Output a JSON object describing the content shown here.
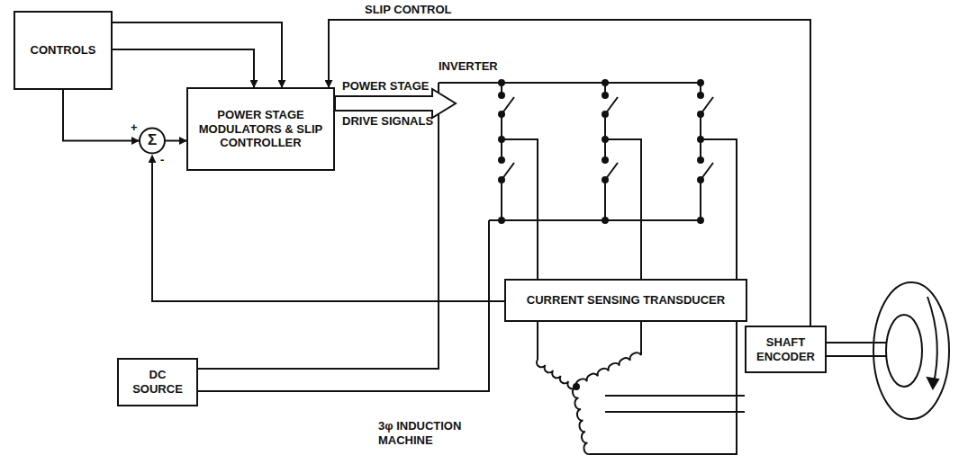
{
  "diagram": {
    "nodes": [
      {
        "text": [
          "CONTROLS"
        ]
      },
      {
        "text": [
          "Σ"
        ]
      },
      {
        "text": [
          "POWER STAGE MODULATORS & SLIP CONTROLLER"
        ]
      },
      {
        "text": [
          "CURRENT SENSING TRANSDUCER"
        ]
      },
      {
        "text": [
          "DC SOURCE"
        ]
      },
      {
        "text": [
          "SHAFT ENCODER"
        ]
      }
    ],
    "edges": [
      {
        "from": 0,
        "to": 1,
        "arrow": "to"
      },
      {
        "from": 0,
        "to": 2,
        "arrow": "to"
      },
      {
        "from": 0,
        "to": 2,
        "arrow": "to"
      },
      {
        "from": 1,
        "to": 2,
        "arrow": "to"
      },
      {
        "from": 3,
        "to": 1,
        "arrow": "to"
      },
      {
        "from": 5,
        "to": 2,
        "arrow": "to"
      }
    ],
    "labels": [
      "SLIP CONTROL",
      "INVERTER",
      "POWER STAGE",
      "DRIVE SIGNALS",
      "+",
      "-",
      "3φ INDUCTION MACHINE"
    ]
  }
}
